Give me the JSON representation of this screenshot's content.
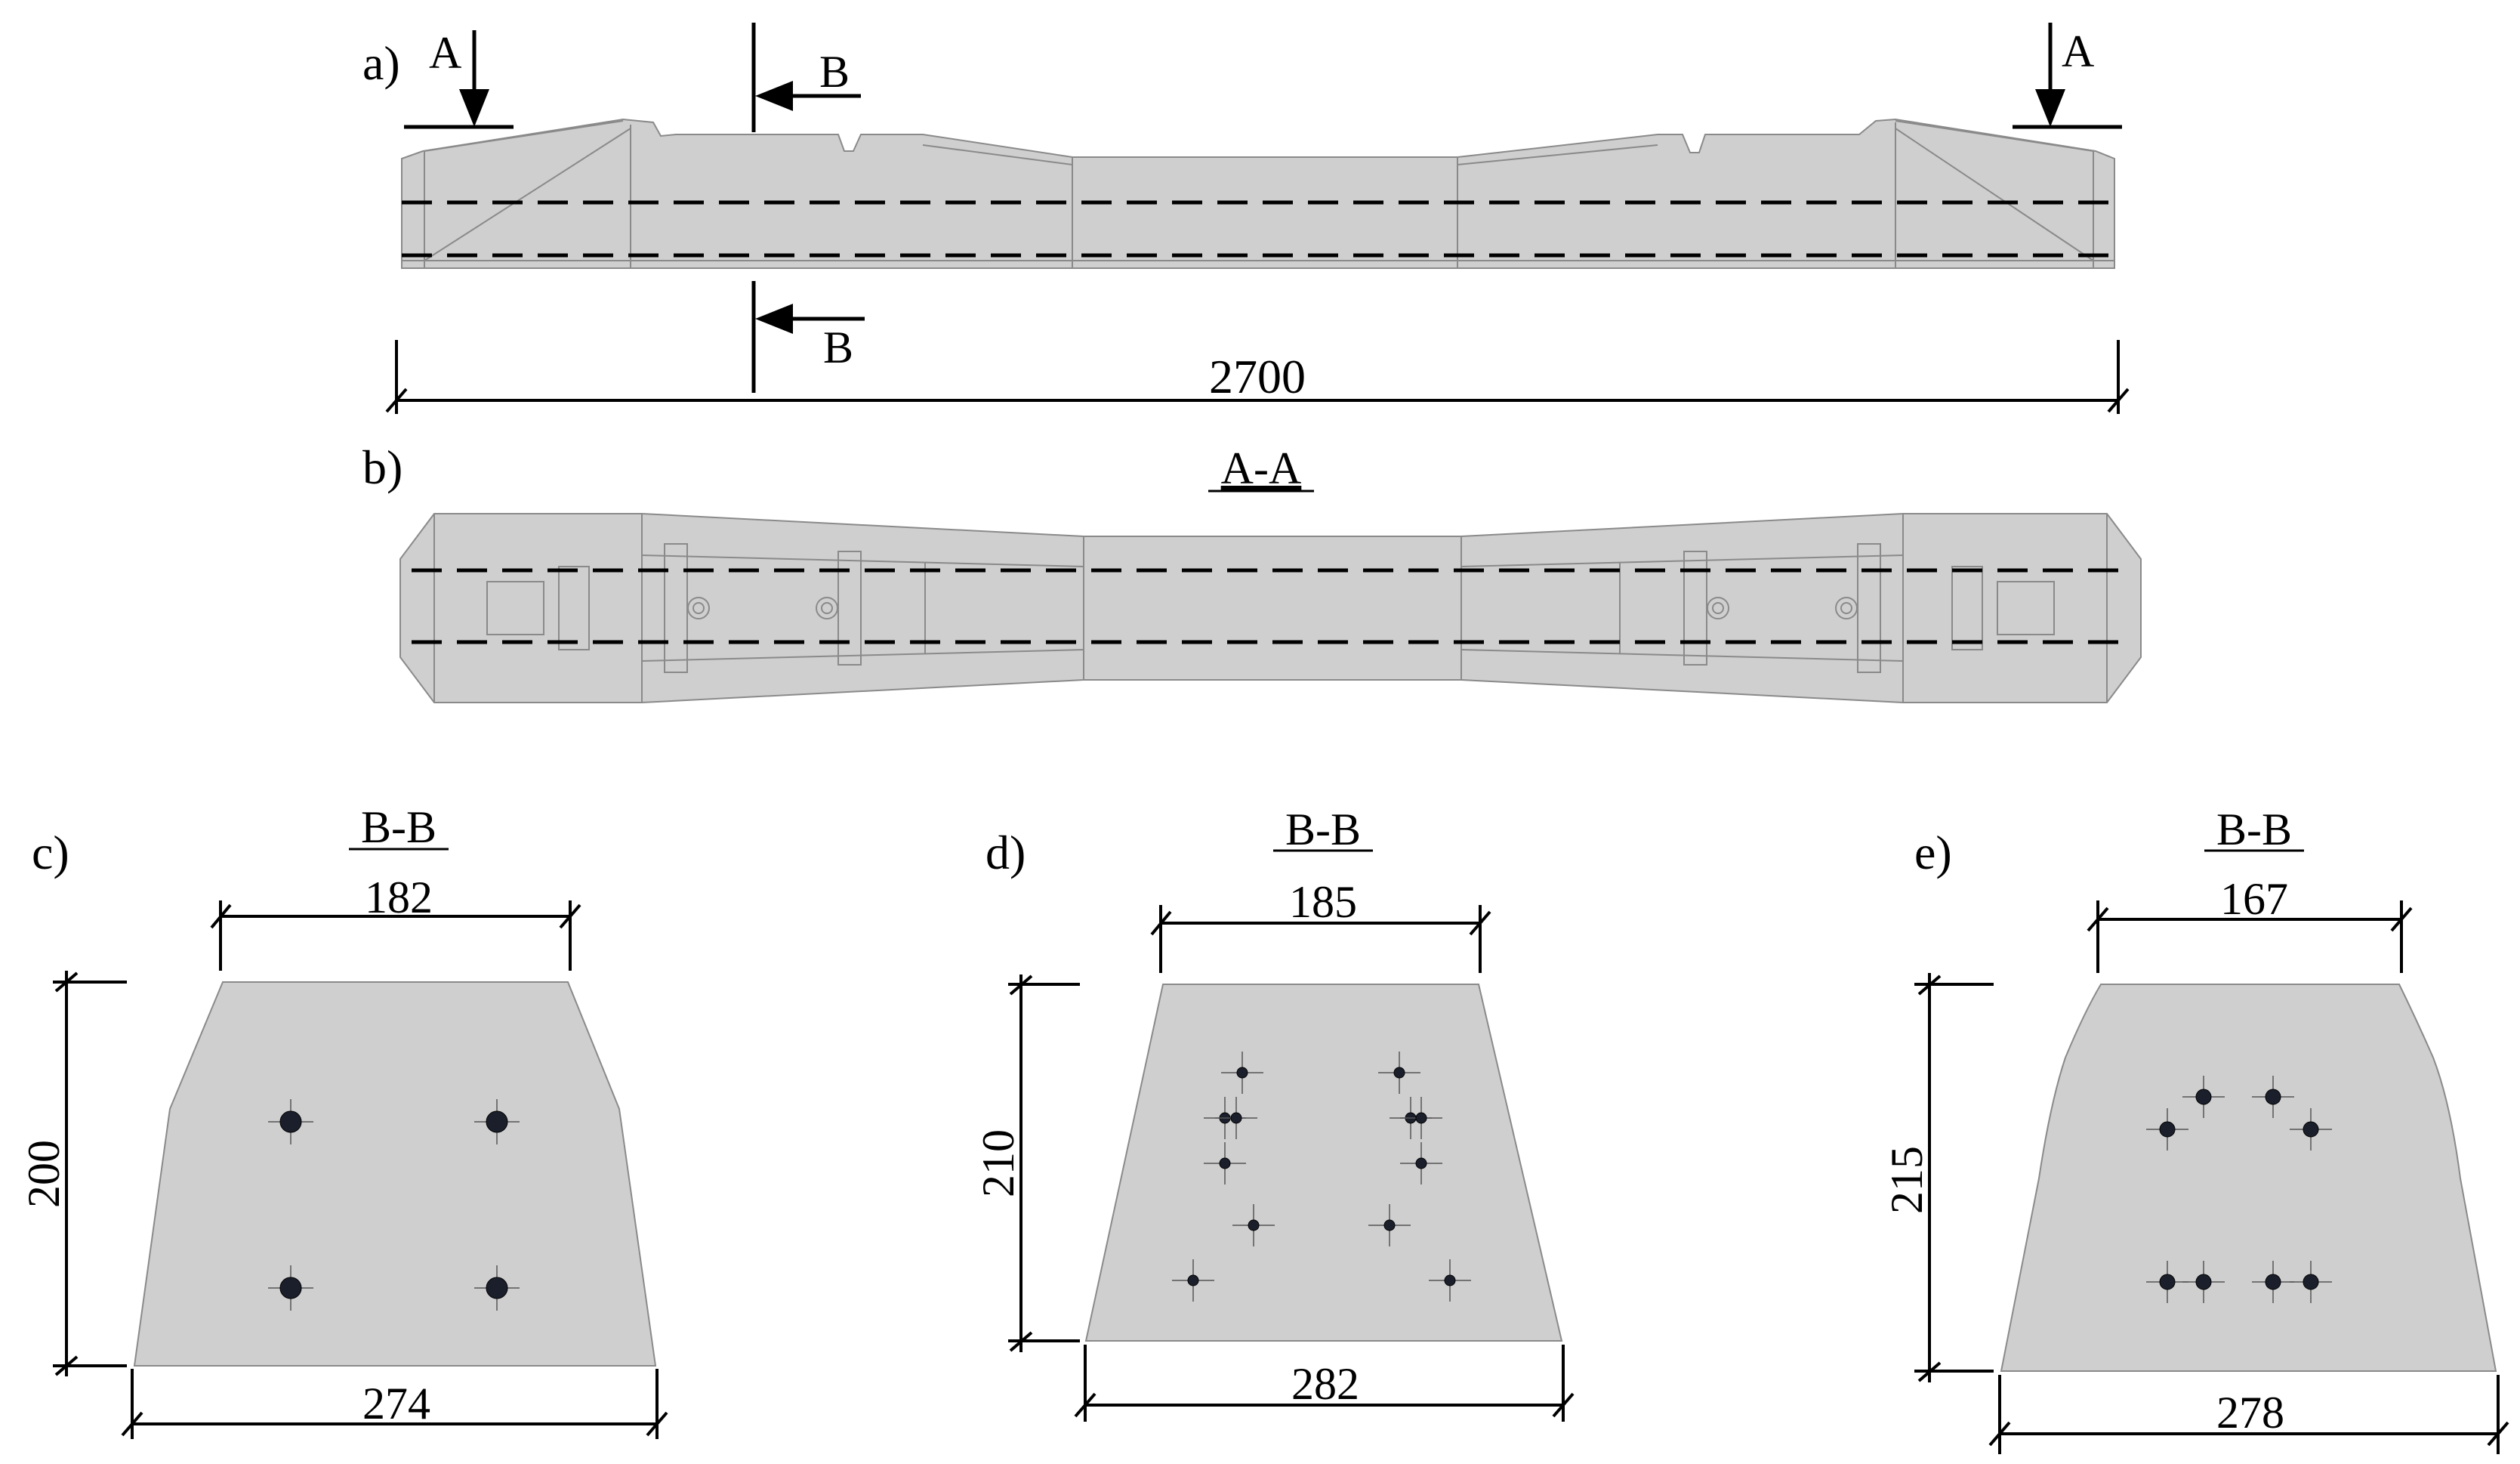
{
  "labels": {
    "panel_a": "a)",
    "panel_b": "b)",
    "panel_c": "c)",
    "panel_d": "d)",
    "panel_e": "e)",
    "section_A": "A",
    "section_B": "B",
    "section_AA": "A-A",
    "section_BB": "B-B"
  },
  "dimensions": {
    "length": "2700",
    "c": {
      "top": "182",
      "bottom": "274",
      "height": "200"
    },
    "d": {
      "top": "185",
      "bottom": "282",
      "height": "210"
    },
    "e": {
      "top": "167",
      "bottom": "278",
      "height": "215"
    }
  },
  "colors": {
    "concrete": "#cfcfcf",
    "outline": "#8a8a8a",
    "rebar": "#1a1f2b"
  }
}
